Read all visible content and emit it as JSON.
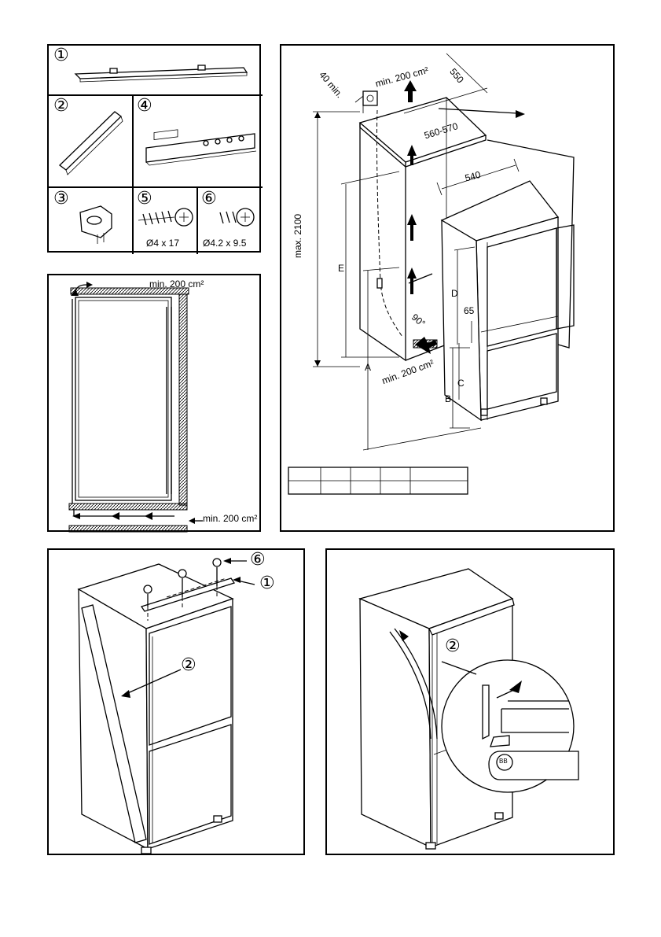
{
  "parts": {
    "p1": {
      "num": "①"
    },
    "p2": {
      "num": "②"
    },
    "p3": {
      "num": "③"
    },
    "p4": {
      "num": "④"
    },
    "p5": {
      "num": "⑤",
      "size": "Ø4 x 17"
    },
    "p6": {
      "num": "⑥",
      "size": "Ø4.2 x 9.5"
    }
  },
  "ventilation": {
    "top": "min. 200 cm²",
    "bottom": "min. 200 cm²"
  },
  "dimensions": {
    "gap": "40 min.",
    "vent_top": "min. 200 cm²",
    "depth": "550",
    "niche": "560-570",
    "width": "540",
    "height": "max. 2100",
    "e": "E",
    "d": "D",
    "d65": "65",
    "angle": "90°",
    "a": "A",
    "c": "C",
    "b": "B",
    "vent_bottom": "min. 200 cm²"
  },
  "install": {
    "part6": "⑥",
    "part1": "①",
    "part2": "②"
  },
  "detail": {
    "part2": "②",
    "badge": "BB"
  }
}
